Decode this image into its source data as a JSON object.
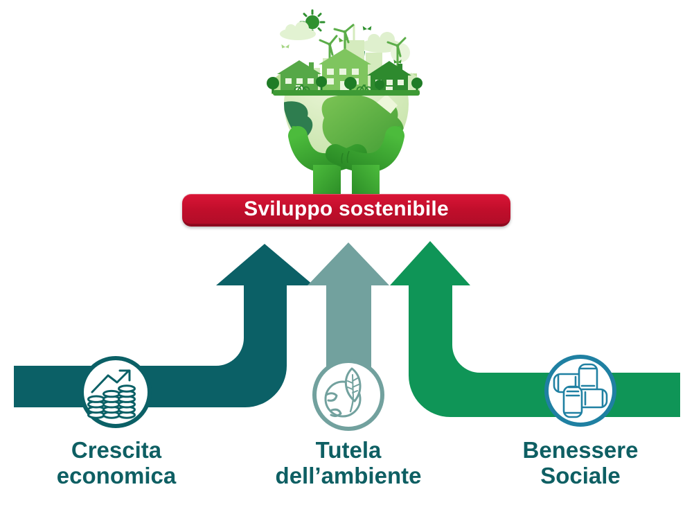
{
  "banner": {
    "label": "Sviluppo sostenibile",
    "background": "#C00E2B",
    "text_color": "#FFFFFF"
  },
  "illustration": {
    "name": "green-city-held-by-hands",
    "parts": [
      "sun-icon",
      "cloud-icon",
      "butterfly-icons",
      "wind-turbine-icons",
      "eco-house-icons",
      "city-skyline",
      "half-globe",
      "holding-hands-icon"
    ]
  },
  "pillars": [
    {
      "lines": [
        "Crescita",
        "economica"
      ],
      "arrow_color": "#0B6066",
      "icon": "coins-growth-icon",
      "icon_color": "#0B6066"
    },
    {
      "lines": [
        "Tutela",
        "dell’ambiente"
      ],
      "arrow_color": "#72A19E",
      "icon": "globe-leaf-icon",
      "icon_color": "#72A19E"
    },
    {
      "lines": [
        "Benessere",
        "Sociale"
      ],
      "arrow_color": "#0F9557",
      "icon": "united-hands-icon",
      "icon_color": "#1F80A2"
    }
  ],
  "label_color": "#0E5F63"
}
